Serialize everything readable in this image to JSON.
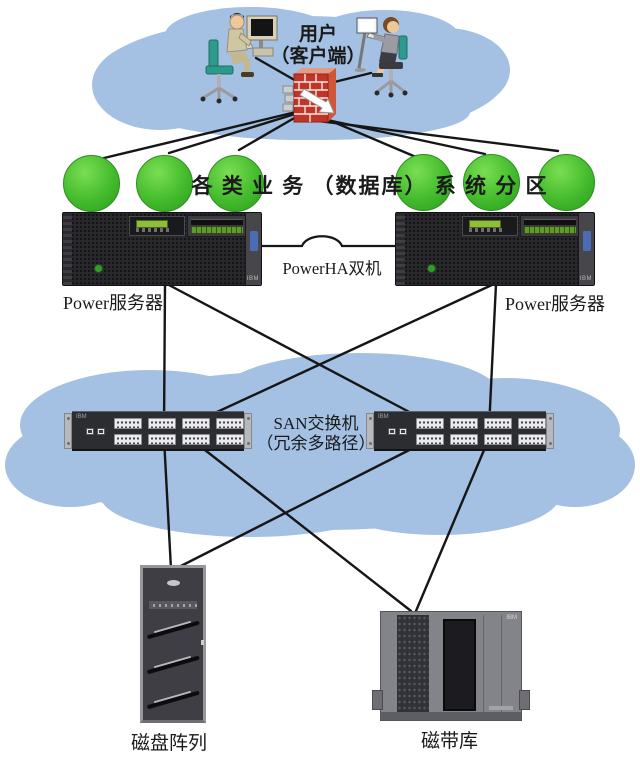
{
  "colors": {
    "cloud_blue": "#a4c0e2",
    "partition_green": "#44bb2d",
    "firewall_red": "#c03527",
    "line_color": "#161616"
  },
  "top_cloud": {
    "label_line1": "用户",
    "label_line2": "（客户端）"
  },
  "partition_row": {
    "caption": "各 类 业 务 （数据库） 系 统 分 区"
  },
  "servers": {
    "left": {
      "label": "Power服务器"
    },
    "right": {
      "label": "Power服务器"
    },
    "ha_link": {
      "label": "PowerHA双机"
    },
    "brand": "IBM"
  },
  "san_cloud": {
    "label_line1": "SAN交换机",
    "label_line2": "（冗余多路径）",
    "switch_brand": "IBM"
  },
  "storage": {
    "disk_array": {
      "label": "磁盘阵列"
    },
    "tape_library": {
      "label": "磁带库"
    },
    "brand": "IBM"
  }
}
